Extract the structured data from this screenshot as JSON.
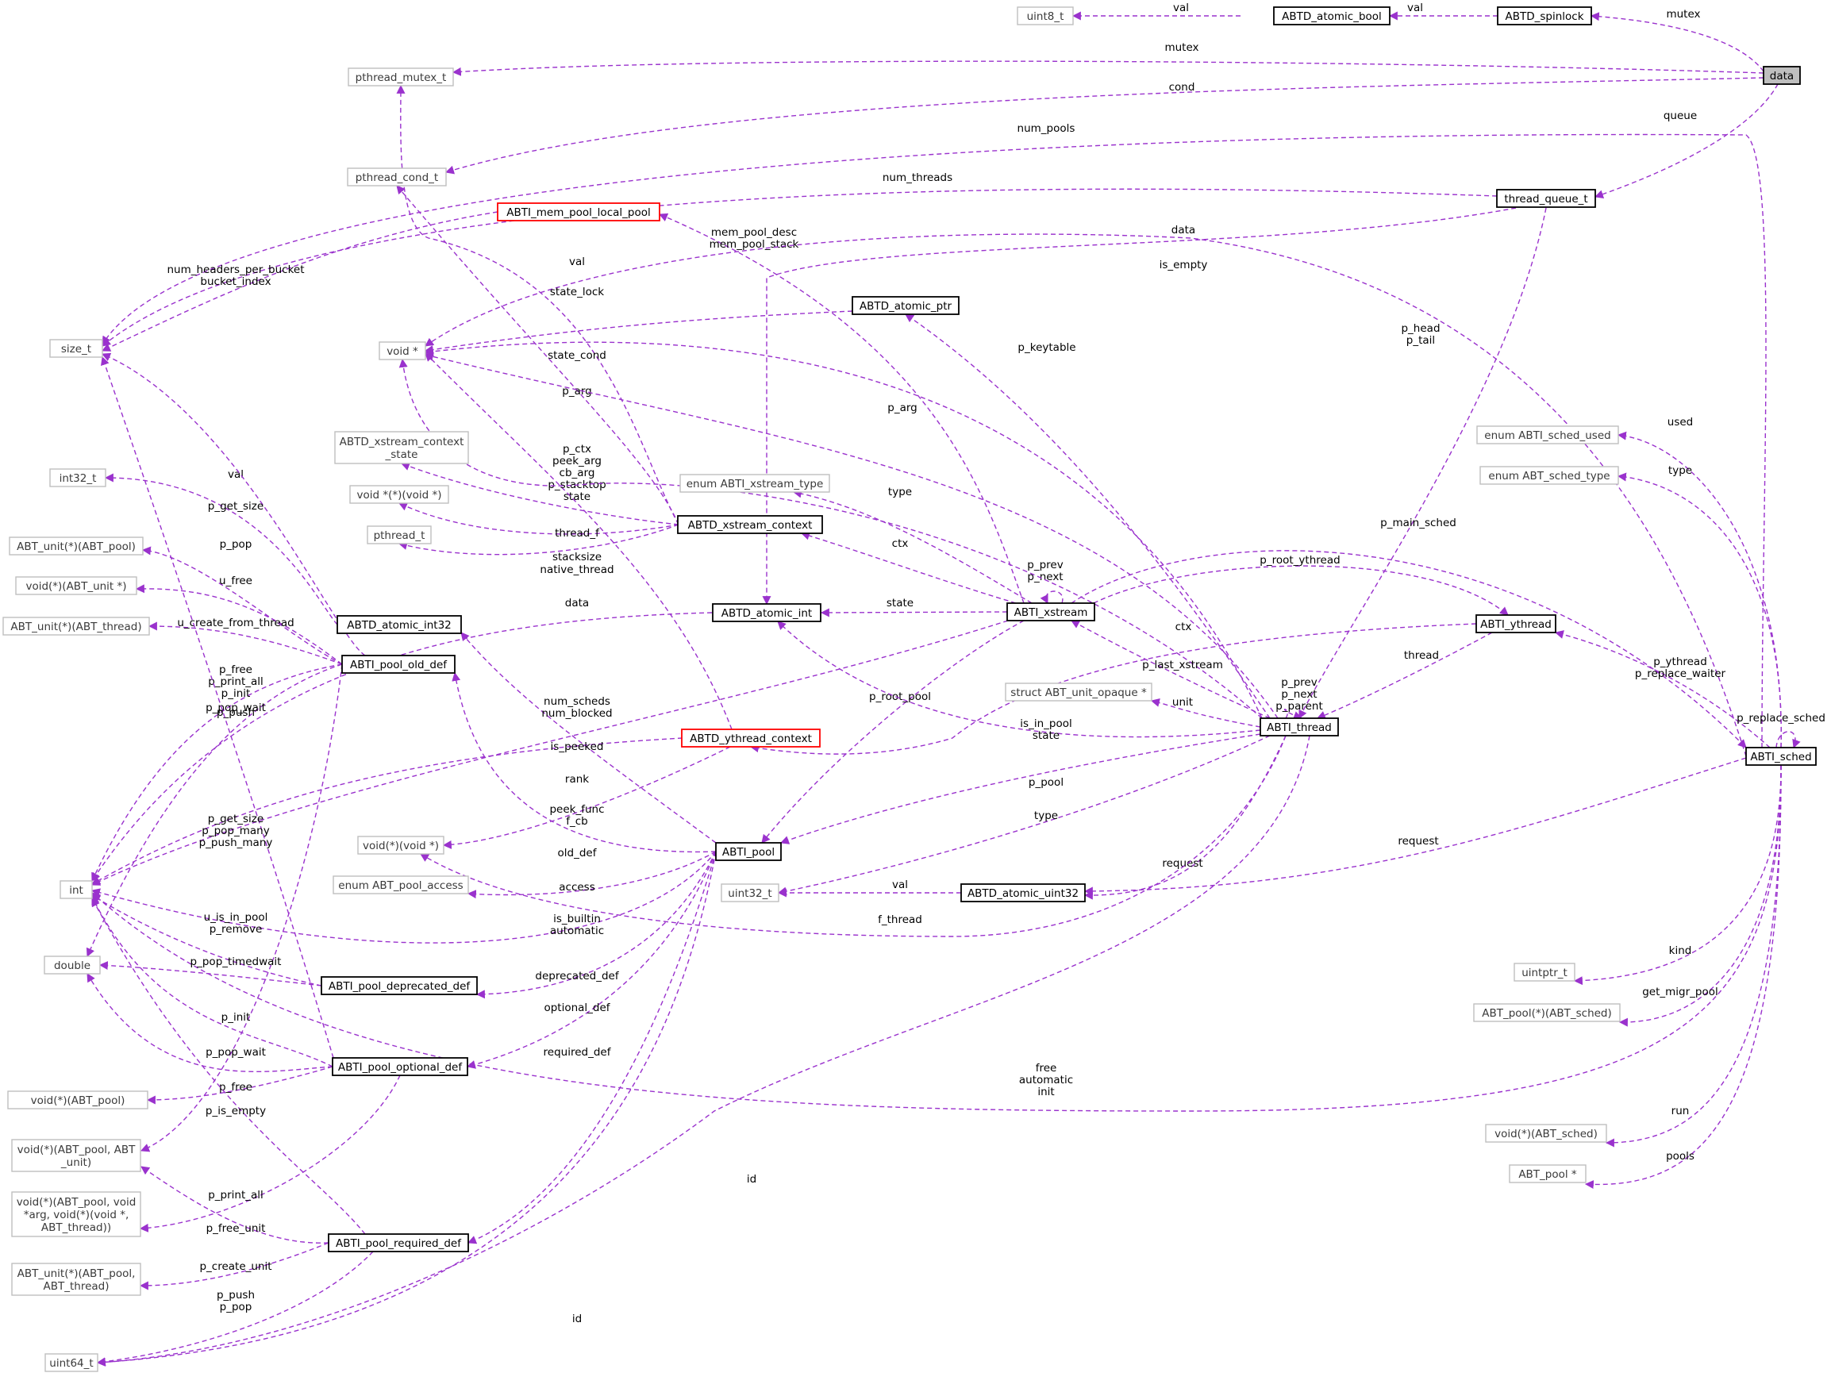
{
  "colors": {
    "edge": "#9a32cd",
    "focus_fill": "#bfbfbf",
    "plain_border": "#bfbfbf",
    "bold_border": "#000000",
    "red_border": "#ff0000"
  },
  "nodes": {
    "data": {
      "label": "data",
      "style": "focus"
    },
    "uint8_t": {
      "label": "uint8_t",
      "style": "plain"
    },
    "ABTD_atomic_bool": {
      "label": "ABTD_atomic_bool",
      "style": "bold"
    },
    "ABTD_spinlock": {
      "label": "ABTD_spinlock",
      "style": "bold"
    },
    "pthread_mutex_t": {
      "label": "pthread_mutex_t",
      "style": "plain"
    },
    "pthread_cond_t": {
      "label": "pthread_cond_t",
      "style": "plain"
    },
    "ABTI_mem_pool_local_pool": {
      "label": "ABTI_mem_pool_local_pool",
      "style": "red"
    },
    "thread_queue_t": {
      "label": "thread_queue_t",
      "style": "bold"
    },
    "size_t": {
      "label": "size_t",
      "style": "plain"
    },
    "void_ptr": {
      "label": "void *",
      "style": "plain"
    },
    "ABTD_atomic_ptr": {
      "label": "ABTD_atomic_ptr",
      "style": "bold"
    },
    "ABTD_xstream_context_state": {
      "label": [
        "ABTD_xstream_context",
        "_state"
      ],
      "style": "plain"
    },
    "int32_t": {
      "label": "int32_t",
      "style": "plain"
    },
    "void_fn_void_ret_ptr": {
      "label": "void *(*)(void *)",
      "style": "plain"
    },
    "enum_ABTI_xstream_type": {
      "label": "enum ABTI_xstream_type",
      "style": "plain"
    },
    "ABT_unit_fn_pool": {
      "label": "ABT_unit(*)(ABT_pool)",
      "style": "plain"
    },
    "pthread_t": {
      "label": "pthread_t",
      "style": "plain"
    },
    "ABTD_xstream_context": {
      "label": "ABTD_xstream_context",
      "style": "bold"
    },
    "enum_ABTI_sched_used": {
      "label": "enum ABTI_sched_used",
      "style": "plain"
    },
    "enum_ABT_sched_type": {
      "label": "enum ABT_sched_type",
      "style": "plain"
    },
    "void_fn_unit_ptr": {
      "label": "void(*)(ABT_unit *)",
      "style": "plain"
    },
    "ABTD_atomic_int32": {
      "label": "ABTD_atomic_int32",
      "style": "bold"
    },
    "ABTD_atomic_int": {
      "label": "ABTD_atomic_int",
      "style": "bold"
    },
    "ABTI_xstream": {
      "label": "ABTI_xstream",
      "style": "bold"
    },
    "ABTI_ythread": {
      "label": "ABTI_ythread",
      "style": "bold"
    },
    "ABT_unit_fn_thread": {
      "label": "ABT_unit(*)(ABT_thread)",
      "style": "plain"
    },
    "ABTI_pool_old_def": {
      "label": "ABTI_pool_old_def",
      "style": "bold"
    },
    "struct_ABT_unit_opaque": {
      "label": "struct ABT_unit_opaque *",
      "style": "plain"
    },
    "ABTI_thread": {
      "label": "ABTI_thread",
      "style": "bold"
    },
    "ABTI_ythread_context": {
      "label": "ABTD_ythread_context",
      "style": "red"
    },
    "ABTI_sched": {
      "label": "ABTI_sched",
      "style": "bold"
    },
    "void_fn_void_ptr": {
      "label": "void(*)(void *)",
      "style": "plain"
    },
    "ABTI_pool": {
      "label": "ABTI_pool",
      "style": "bold"
    },
    "int": {
      "label": "int",
      "style": "plain"
    },
    "enum_ABT_pool_access": {
      "label": "enum ABT_pool_access",
      "style": "plain"
    },
    "uint32_t": {
      "label": "uint32_t",
      "style": "plain"
    },
    "ABTD_atomic_uint32": {
      "label": "ABTD_atomic_uint32",
      "style": "bold"
    },
    "double": {
      "label": "double",
      "style": "plain"
    },
    "uintptr_t": {
      "label": "uintptr_t",
      "style": "plain"
    },
    "ABTI_pool_deprecated_def": {
      "label": "ABTI_pool_deprecated_def",
      "style": "bold"
    },
    "ABT_pool_fn_sched": {
      "label": "ABT_pool(*)(ABT_sched)",
      "style": "plain"
    },
    "ABTI_pool_optional_def": {
      "label": "ABTI_pool_optional_def",
      "style": "bold"
    },
    "void_fn_pool": {
      "label": "void(*)(ABT_pool)",
      "style": "plain"
    },
    "void_fn_sched": {
      "label": "void(*)(ABT_sched)",
      "style": "plain"
    },
    "void_fn_pool_unit": {
      "label": [
        "void(*)(ABT_pool, ABT",
        "_unit)"
      ],
      "style": "plain"
    },
    "ABT_pool_ptr": {
      "label": "ABT_pool *",
      "style": "plain"
    },
    "void_fn_pool_print": {
      "label": [
        "void(*)(ABT_pool, void",
        "*arg, void(*)(void *,",
        "ABT_thread))"
      ],
      "style": "plain"
    },
    "ABTI_pool_required_def": {
      "label": "ABTI_pool_required_def",
      "style": "bold"
    },
    "ABT_unit_fn_pool_thread": {
      "label": [
        "ABT_unit(*)(ABT_pool,",
        "ABT_thread)"
      ],
      "style": "plain"
    },
    "uint64_t": {
      "label": "uint64_t",
      "style": "plain"
    }
  },
  "edges": [
    {
      "from": "ABTD_atomic_bool",
      "to": "uint8_t",
      "label": [
        "val"
      ]
    },
    {
      "from": "ABTD_spinlock",
      "to": "ABTD_atomic_bool",
      "label": [
        "val"
      ]
    },
    {
      "from": "data",
      "to": "ABTD_spinlock",
      "label": [
        "mutex"
      ]
    },
    {
      "from": "data",
      "to": "pthread_mutex_t",
      "label": [
        "mutex"
      ]
    },
    {
      "from": "data",
      "to": "pthread_cond_t",
      "label": [
        "cond"
      ]
    },
    {
      "from": "data",
      "to": "thread_queue_t",
      "label": [
        "queue"
      ]
    },
    {
      "from": "ABTI_sched",
      "to": "size_t",
      "label": [
        "num_pools"
      ]
    },
    {
      "from": "thread_queue_t",
      "to": "size_t",
      "label": [
        "num_threads"
      ]
    },
    {
      "from": "ABTI_mem_pool_local_pool",
      "to": "size_t",
      "label": [
        "num_headers_per_bucket",
        "bucket_index"
      ]
    },
    {
      "from": "ABTI_xstream",
      "to": "ABTI_mem_pool_local_pool",
      "label": [
        "mem_pool_desc",
        "mem_pool_stack"
      ]
    },
    {
      "from": "ABTI_sched",
      "to": "void_ptr",
      "label": [
        "data"
      ]
    },
    {
      "from": "thread_queue_t",
      "to": "ABTD_atomic_int",
      "label": [
        "is_empty"
      ]
    },
    {
      "from": "ABTD_atomic_ptr",
      "to": "void_ptr",
      "label": [
        "val"
      ]
    },
    {
      "from": "ABTI_thread",
      "to": "void_ptr",
      "label": [
        "state_lock"
      ]
    },
    {
      "from": "ABTD_xstream_context",
      "to": "pthread_mutex_t",
      "label": [
        "state_cond"
      ]
    },
    {
      "from": "ABTD_xstream_context",
      "to": "pthread_cond_t",
      "label": [
        "p_arg"
      ]
    },
    {
      "from": "ABTI_thread",
      "to": "ABTD_atomic_ptr",
      "label": [
        "p_keytable"
      ]
    },
    {
      "from": "thread_queue_t",
      "to": "ABTI_thread",
      "label": [
        "p_head",
        "p_tail"
      ]
    },
    {
      "from": "ABTD_xstream_context",
      "to": "ABTD_xstream_context_state",
      "label": [
        "state"
      ]
    },
    {
      "from": "ABTD_xstream_context",
      "to": "void_fn_void_ret_ptr",
      "label": [
        "thread_f"
      ]
    },
    {
      "from": "ABTD_xstream_context",
      "to": "pthread_t",
      "label": [
        "native_thread"
      ]
    },
    {
      "from": "ABTI_ythread_context",
      "to": "void_ptr",
      "label": [
        "p_ctx",
        "peek_arg",
        "cb_arg",
        "p_stacktop"
      ]
    },
    {
      "from": "ABTI_thread",
      "to": "void_ptr",
      "label": [
        "p_arg"
      ]
    },
    {
      "from": "ABTI_xstream",
      "to": "enum_ABTI_xstream_type",
      "label": [
        "type"
      ]
    },
    {
      "from": "ABTI_xstream",
      "to": "ABTD_xstream_context",
      "label": [
        "ctx"
      ]
    },
    {
      "from": "ABTI_xstream",
      "to": "ABTI_xstream",
      "label": [
        "p_prev",
        "p_next"
      ]
    },
    {
      "from": "ABTI_xstream",
      "to": "ABTI_sched",
      "label": [
        "p_main_sched"
      ]
    },
    {
      "from": "ABTI_xstream",
      "to": "ABTI_ythread",
      "label": [
        "p_root_ythread"
      ]
    },
    {
      "from": "ABTI_xstream",
      "to": "ABTD_atomic_int",
      "label": [
        "state"
      ]
    },
    {
      "from": "ABTD_atomic_int",
      "to": "int",
      "label": [
        "data"
      ]
    },
    {
      "from": "ABTI_xstream",
      "to": "ABTI_pool",
      "label": [
        "p_root_pool"
      ]
    },
    {
      "from": "ABTI_xstream",
      "to": "int",
      "label": [
        "rank"
      ]
    },
    {
      "from": "ABTD_atomic_int32",
      "to": "int32_t",
      "label": [
        "val"
      ]
    },
    {
      "from": "ABTI_pool_old_def",
      "to": "size_t",
      "label": [
        "p_get_size"
      ]
    },
    {
      "from": "ABTI_pool_old_def",
      "to": "ABT_unit_fn_pool",
      "label": [
        "p_pop"
      ]
    },
    {
      "from": "ABTI_pool_old_def",
      "to": "void_fn_unit_ptr",
      "label": [
        "u_free"
      ]
    },
    {
      "from": "ABTI_pool_old_def",
      "to": "ABT_unit_fn_thread",
      "label": [
        "u_create_from_thread"
      ]
    },
    {
      "from": "ABTI_pool_old_def",
      "to": "int",
      "label": [
        "p_free",
        "p_print_all",
        "p_init"
      ]
    },
    {
      "from": "ABTI_pool_old_def",
      "to": "double",
      "label": [
        "p_pop_wait"
      ]
    },
    {
      "from": "ABTI_pool_old_def",
      "to": "void_fn_pool_unit",
      "label": [
        "p_push"
      ]
    },
    {
      "from": "ABTI_thread",
      "to": "size_t",
      "label": [
        "stacksize"
      ]
    },
    {
      "from": "ABTI_pool",
      "to": "ABTD_atomic_int32",
      "label": [
        "num_scheds",
        "num_blocked"
      ]
    },
    {
      "from": "ABTI_pool",
      "to": "ABTI_pool_old_def",
      "label": [
        "old_def"
      ]
    },
    {
      "from": "ABTI_ythread",
      "to": "ABTI_ythread_context",
      "label": [
        "ctx"
      ]
    },
    {
      "from": "ABTI_ythread",
      "to": "ABTI_thread",
      "label": [
        "thread"
      ]
    },
    {
      "from": "ABTI_ythread_context",
      "to": "int",
      "label": [
        "is_peeked"
      ]
    },
    {
      "from": "ABTI_ythread_context",
      "to": "void_fn_void_ptr",
      "label": [
        "peek_func",
        "f_cb"
      ]
    },
    {
      "from": "ABTI_thread",
      "to": "ABTI_xstream",
      "label": [
        "p_last_xstream"
      ]
    },
    {
      "from": "ABTI_thread",
      "to": "struct_ABT_unit_opaque",
      "label": [
        "unit"
      ]
    },
    {
      "from": "ABTI_thread",
      "to": "ABTI_thread",
      "label": [
        "p_prev",
        "p_next",
        "p_parent"
      ]
    },
    {
      "from": "ABTI_thread",
      "to": "ABTD_atomic_int",
      "label": [
        "is_in_pool",
        "state"
      ]
    },
    {
      "from": "ABTI_thread",
      "to": "ABTI_pool",
      "label": [
        "p_pool"
      ]
    },
    {
      "from": "ABTI_thread",
      "to": "uint32_t",
      "label": [
        "type"
      ]
    },
    {
      "from": "ABTI_thread",
      "to": "ABTD_atomic_uint32",
      "label": [
        "request"
      ]
    },
    {
      "from": "ABTI_thread",
      "to": "void_fn_void_ptr",
      "label": [
        "f_thread"
      ]
    },
    {
      "from": "ABTI_thread",
      "to": "uint64_t",
      "label": [
        "id"
      ]
    },
    {
      "from": "ABTD_atomic_uint32",
      "to": "uint32_t",
      "label": [
        "val"
      ]
    },
    {
      "from": "ABTI_sched",
      "to": "ABTD_atomic_uint32",
      "label": [
        "request"
      ]
    },
    {
      "from": "ABTI_sched",
      "to": "enum_ABTI_sched_used",
      "label": [
        "used"
      ]
    },
    {
      "from": "ABTI_sched",
      "to": "enum_ABT_sched_type",
      "label": [
        "type"
      ]
    },
    {
      "from": "ABTI_sched",
      "to": "ABTI_ythread",
      "label": [
        "p_ythread",
        "p_replace_waiter"
      ]
    },
    {
      "from": "ABTI_sched",
      "to": "ABTI_sched",
      "label": [
        "p_replace_sched"
      ]
    },
    {
      "from": "ABTI_sched",
      "to": "uintptr_t",
      "label": [
        "kind"
      ]
    },
    {
      "from": "ABTI_sched",
      "to": "ABT_pool_fn_sched",
      "label": [
        "get_migr_pool"
      ]
    },
    {
      "from": "ABTI_sched",
      "to": "int",
      "label": [
        "free",
        "automatic",
        "init"
      ]
    },
    {
      "from": "ABTI_sched",
      "to": "void_fn_sched",
      "label": [
        "run"
      ]
    },
    {
      "from": "ABTI_sched",
      "to": "ABT_pool_ptr",
      "label": [
        "pools"
      ]
    },
    {
      "from": "ABTI_pool",
      "to": "enum_ABT_pool_access",
      "label": [
        "access"
      ]
    },
    {
      "from": "ABTI_pool",
      "to": "int",
      "label": [
        "is_builtin",
        "automatic"
      ]
    },
    {
      "from": "ABTI_pool",
      "to": "ABTI_pool_deprecated_def",
      "label": [
        "deprecated_def"
      ]
    },
    {
      "from": "ABTI_pool",
      "to": "ABTI_pool_optional_def",
      "label": [
        "optional_def"
      ]
    },
    {
      "from": "ABTI_pool",
      "to": "ABTI_pool_required_def",
      "label": [
        "required_def"
      ]
    },
    {
      "from": "ABTI_pool",
      "to": "uint64_t",
      "label": [
        "id"
      ]
    },
    {
      "from": "ABTI_pool_deprecated_def",
      "to": "int",
      "label": [
        "u_is_in_pool",
        "p_remove"
      ]
    },
    {
      "from": "ABTI_pool_deprecated_def",
      "to": "double",
      "label": [
        "p_pop_timedwait"
      ]
    },
    {
      "from": "ABTI_pool_optional_def",
      "to": "size_t",
      "label": [
        "p_get_size",
        "p_pop_many",
        "p_push_many"
      ]
    },
    {
      "from": "ABTI_pool_optional_def",
      "to": "int",
      "label": [
        "p_init"
      ]
    },
    {
      "from": "ABTI_pool_optional_def",
      "to": "double",
      "label": [
        "p_pop_wait"
      ]
    },
    {
      "from": "ABTI_pool_optional_def",
      "to": "void_fn_pool",
      "label": [
        "p_free"
      ]
    },
    {
      "from": "ABTI_pool_optional_def",
      "to": "void_fn_pool_print",
      "label": [
        "p_print_all"
      ]
    },
    {
      "from": "ABTI_pool_required_def",
      "to": "int",
      "label": [
        "p_is_empty"
      ]
    },
    {
      "from": "ABTI_pool_required_def",
      "to": "void_fn_pool_unit",
      "label": [
        "p_free_unit"
      ]
    },
    {
      "from": "ABTI_pool_required_def",
      "to": "ABT_unit_fn_pool_thread",
      "label": [
        "p_create_unit"
      ]
    },
    {
      "from": "ABTI_pool_required_def",
      "to": "uint64_t",
      "label": [
        "p_push",
        "p_pop"
      ]
    }
  ]
}
